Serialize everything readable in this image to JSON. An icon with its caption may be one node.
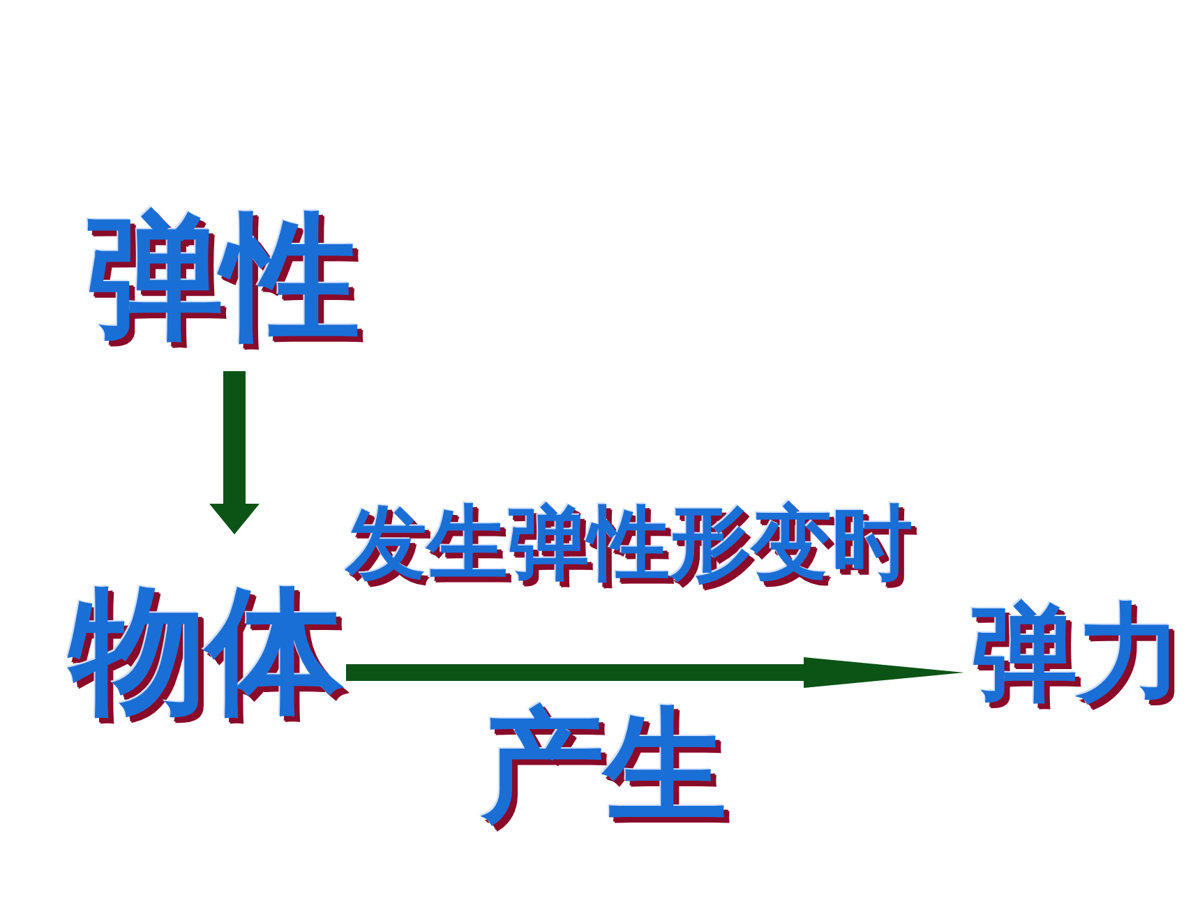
{
  "diagram": {
    "nodes": [
      {
        "text": [
          "弹性"
        ]
      },
      {
        "text": [
          "物体"
        ]
      },
      {
        "text": [
          "弹力"
        ]
      }
    ],
    "edges": [
      {
        "from": 0,
        "to": 1,
        "arrow": "to"
      },
      {
        "from": 1,
        "to": 2,
        "arrow": "to",
        "label": "发生弹性形变时"
      }
    ],
    "labels": [
      "产生"
    ]
  }
}
